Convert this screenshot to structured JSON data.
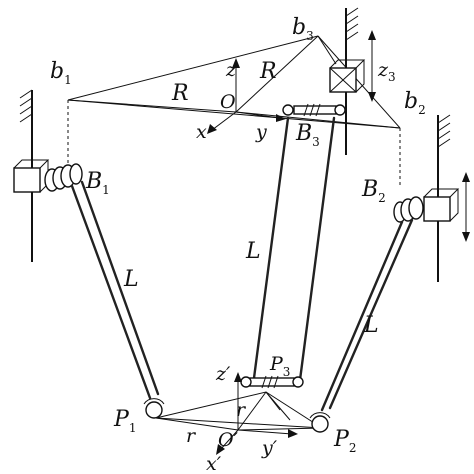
{
  "labels": {
    "b1": "b",
    "b1_sub": "1",
    "b2": "b",
    "b2_sub": "2",
    "b3": "b",
    "b3_sub": "3",
    "B1": "B",
    "B1_sub": "1",
    "B2": "B",
    "B2_sub": "2",
    "B3": "B",
    "B3_sub": "3",
    "P1": "P",
    "P1_sub": "1",
    "P2": "P",
    "P2_sub": "2",
    "P3": "P",
    "P3_sub": "3",
    "R_left": "R",
    "R_right": "R",
    "L_left": "L",
    "L_middle": "L",
    "L_right": "L",
    "r_left": "r",
    "r_middle": "r",
    "O": "O",
    "O_prime": "O′",
    "x": "x",
    "y": "y",
    "z": "z",
    "x_prime": "x′",
    "y_prime": "y′",
    "z_prime": "z′",
    "z3": "z",
    "z3_sub": "3"
  },
  "colors": {
    "ink": "#111111",
    "background": "#ffffff"
  }
}
